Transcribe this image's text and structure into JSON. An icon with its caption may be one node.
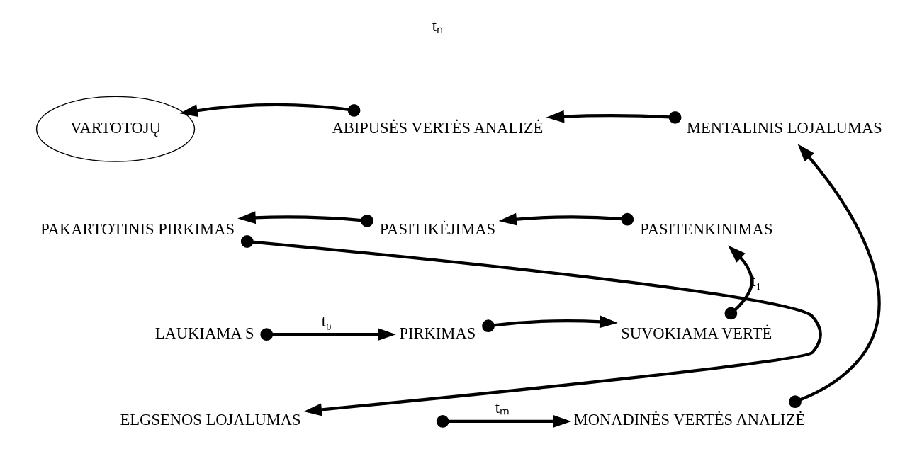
{
  "diagram": {
    "nodes": [
      {
        "text": [
          "VARTOTOJŲ"
        ]
      },
      {
        "text": [
          "ABIPUSĖS VERTĖS ANALIZĖ"
        ]
      },
      {
        "text": [
          "MENTALINIS LOJALUMAS"
        ]
      },
      {
        "text": [
          "PAKARTOTINIS PIRKIMAS"
        ]
      },
      {
        "text": [
          "PASITIKĖJIMAS"
        ]
      },
      {
        "text": [
          "PASITENKINIMAS"
        ]
      },
      {
        "text": [
          "LAUKIAMA S"
        ]
      },
      {
        "text": [
          "PIRKIMAS"
        ]
      },
      {
        "text": [
          "SUVOKIAMA VERTĖ"
        ]
      },
      {
        "text": [
          "MONADINĖS VERTĖS ANALIZĖ"
        ]
      },
      {
        "text": [
          "ELGSENOS LOJALUMAS"
        ]
      }
    ],
    "edges": [
      {
        "from": 1,
        "to": 0,
        "arrow": "to"
      },
      {
        "from": 2,
        "to": 1,
        "arrow": "to"
      },
      {
        "from": 4,
        "to": 3,
        "arrow": "to"
      },
      {
        "from": 5,
        "to": 4,
        "arrow": "to"
      },
      {
        "from": 3,
        "to": 10,
        "arrow": "to"
      },
      {
        "from": 6,
        "to": 7,
        "arrow": "to",
        "label": "t₀"
      },
      {
        "from": 7,
        "to": 8,
        "arrow": "to"
      },
      {
        "from": 8,
        "to": 5,
        "arrow": "to",
        "label": "t₁"
      },
      {
        "from": 9,
        "to": 2,
        "arrow": "to"
      },
      {
        "from": null,
        "to": 9,
        "arrow": "to",
        "label": "tₘ"
      }
    ],
    "labels": [
      "tₙ"
    ]
  }
}
